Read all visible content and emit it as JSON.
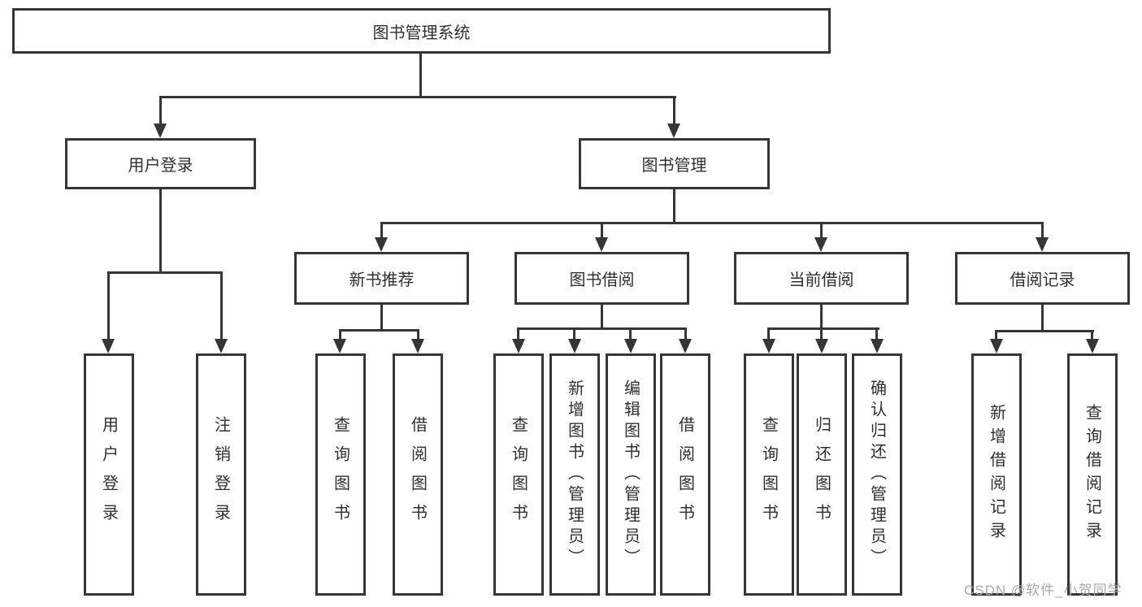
{
  "root": {
    "label": "图书管理系统"
  },
  "branches": {
    "user": {
      "label": "用户登录"
    },
    "book": {
      "label": "图书管理"
    }
  },
  "sections": {
    "newbook": {
      "label": "新书推荐"
    },
    "borrow": {
      "label": "图书借阅"
    },
    "current": {
      "label": "当前借阅"
    },
    "records": {
      "label": "借阅记录"
    }
  },
  "leaves": {
    "user_login": {
      "label": "用户登录"
    },
    "logout": {
      "label": "注销登录"
    },
    "nb_query": {
      "label": "查询图书"
    },
    "nb_borrow": {
      "label": "借阅图书"
    },
    "bb_query": {
      "label": "查询图书"
    },
    "bb_add": {
      "label": "新增图书（管理员）"
    },
    "bb_edit": {
      "label": "编辑图书（管理员）"
    },
    "bb_borrow": {
      "label": "借阅图书"
    },
    "cb_query": {
      "label": "查询图书"
    },
    "cb_return": {
      "label": "归还图书"
    },
    "cb_confirm": {
      "label": "确认归还（管理员）"
    },
    "rec_add": {
      "label": "新增借阅记录"
    },
    "rec_query": {
      "label": "查询借阅记录"
    }
  },
  "watermark": {
    "text": "CSDN @软件_小贺同学"
  },
  "colors": {
    "line": "#363636",
    "text": "#2f2f2f",
    "background": "#ffffff",
    "watermark": "#a8a8a8"
  }
}
